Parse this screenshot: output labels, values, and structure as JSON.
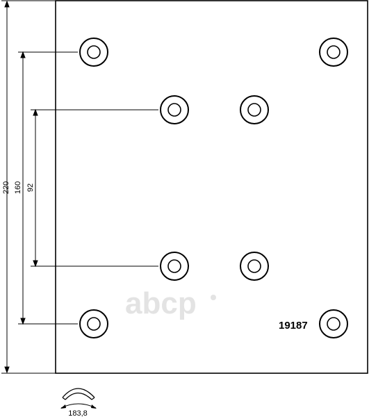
{
  "diagram": {
    "part_number": "19187",
    "dimensions": {
      "overall_height": "220",
      "outer_holes_spacing": "160",
      "inner_holes_spacing": "92",
      "arc_length": "183,8"
    },
    "watermark": "abcp",
    "colors": {
      "line": "#000000",
      "watermark": "#e3e3e3"
    }
  }
}
